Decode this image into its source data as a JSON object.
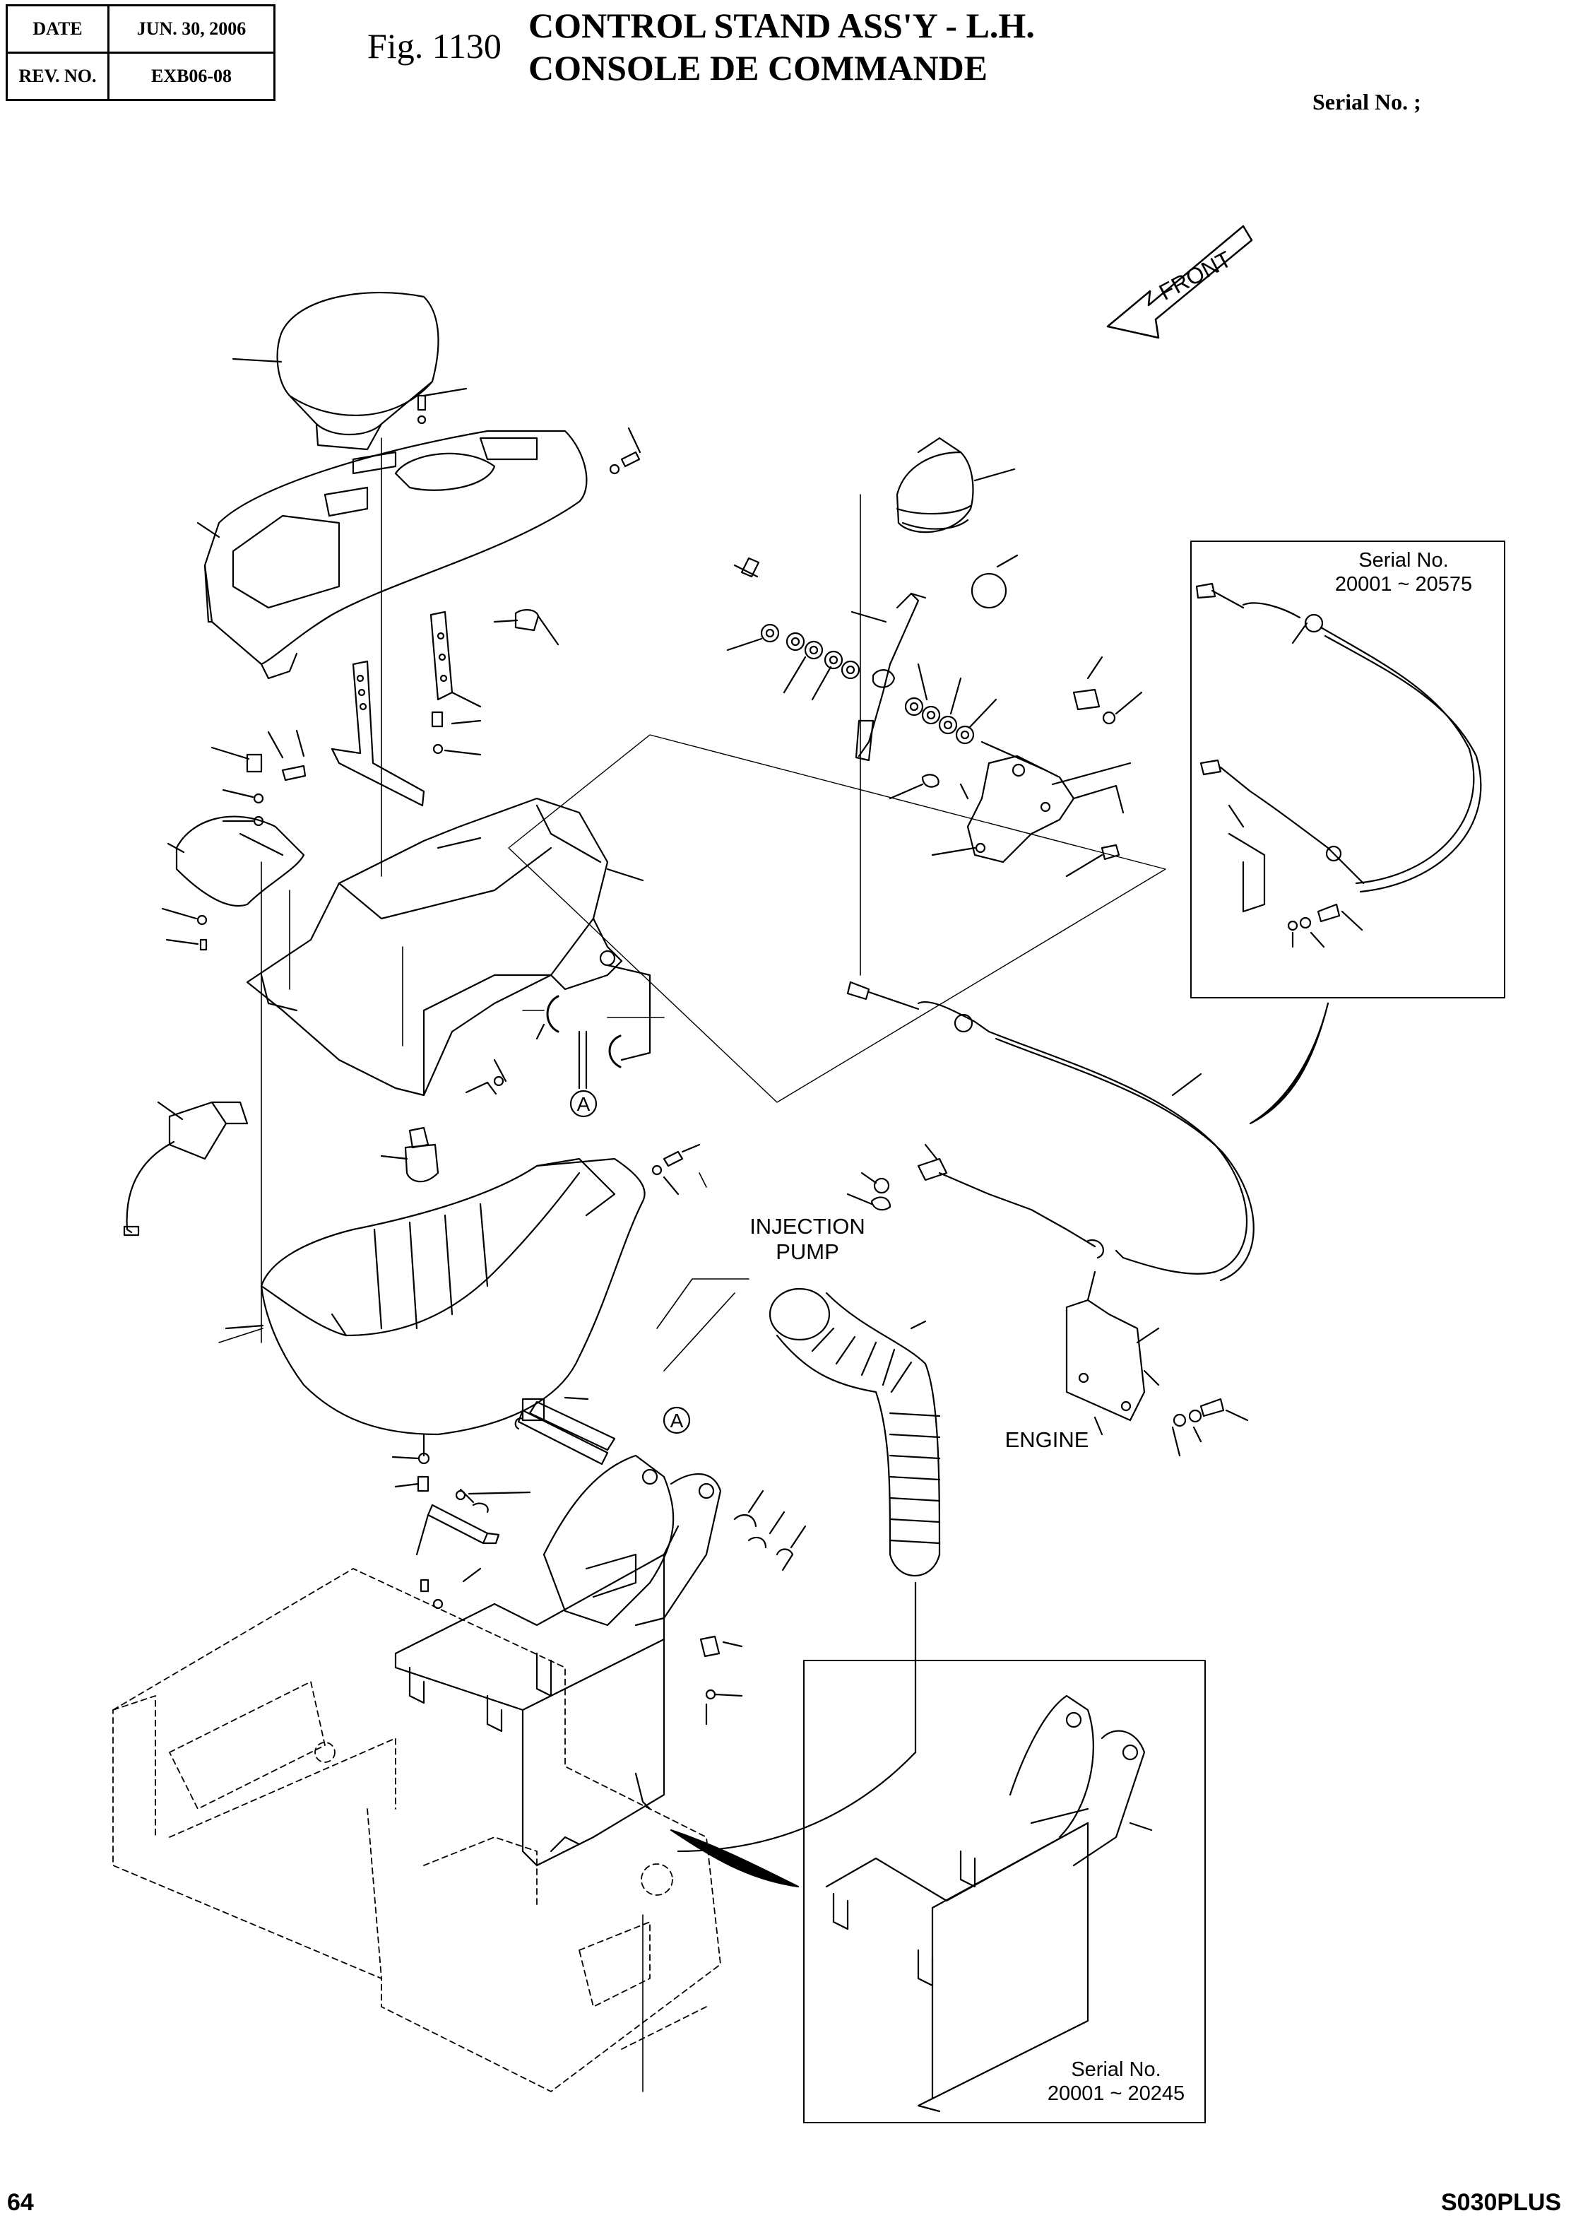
{
  "header": {
    "date_label": "DATE",
    "date_value": "JUN. 30, 2006",
    "rev_label": "REV. NO.",
    "rev_value": "EXB06-08"
  },
  "figure": {
    "fig_label": "Fig. 1130",
    "title_en": "CONTROL STAND ASS'Y - L.H.",
    "title_fr": "CONSOLE DE COMMANDE",
    "serial": "Serial No. ;"
  },
  "labels": {
    "front": "FRONT",
    "injection_pump_1": "INJECTION",
    "injection_pump_2": "PUMP",
    "engine": "ENGINE",
    "ref_a_1": "A",
    "ref_a_2": "A"
  },
  "insets": {
    "cable_serial_1": "Serial No.",
    "cable_serial_2": "20001 ~ 20575",
    "bracket_serial_1": "Serial No.",
    "bracket_serial_2": "20001 ~ 20245"
  },
  "footer": {
    "page": "64",
    "model": "S030PLUS"
  }
}
